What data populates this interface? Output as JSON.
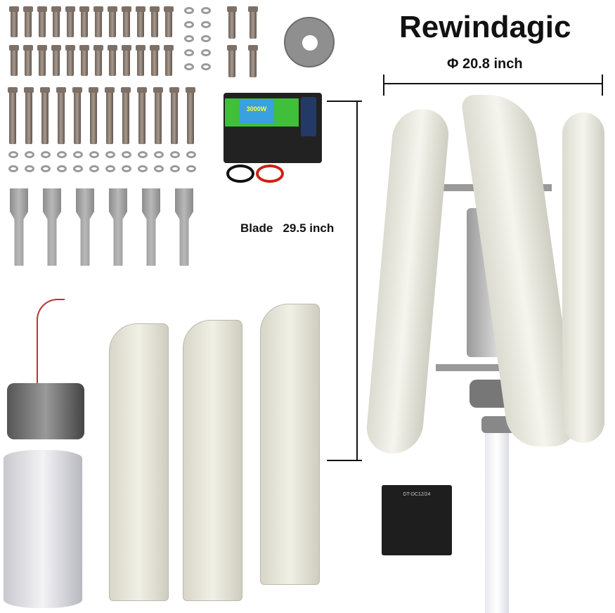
{
  "brand": "Rewindagic",
  "diameter_label": "Φ 20.8 inch",
  "blade_label": "Blade   29.5 inch",
  "inverter": {
    "power": "3000W"
  },
  "controller": {
    "model": "DT-DC12/24"
  },
  "colors": {
    "text": "#111111",
    "inverter_green": "#3fbf3a",
    "inverter_blue": "#3aa0e0"
  }
}
